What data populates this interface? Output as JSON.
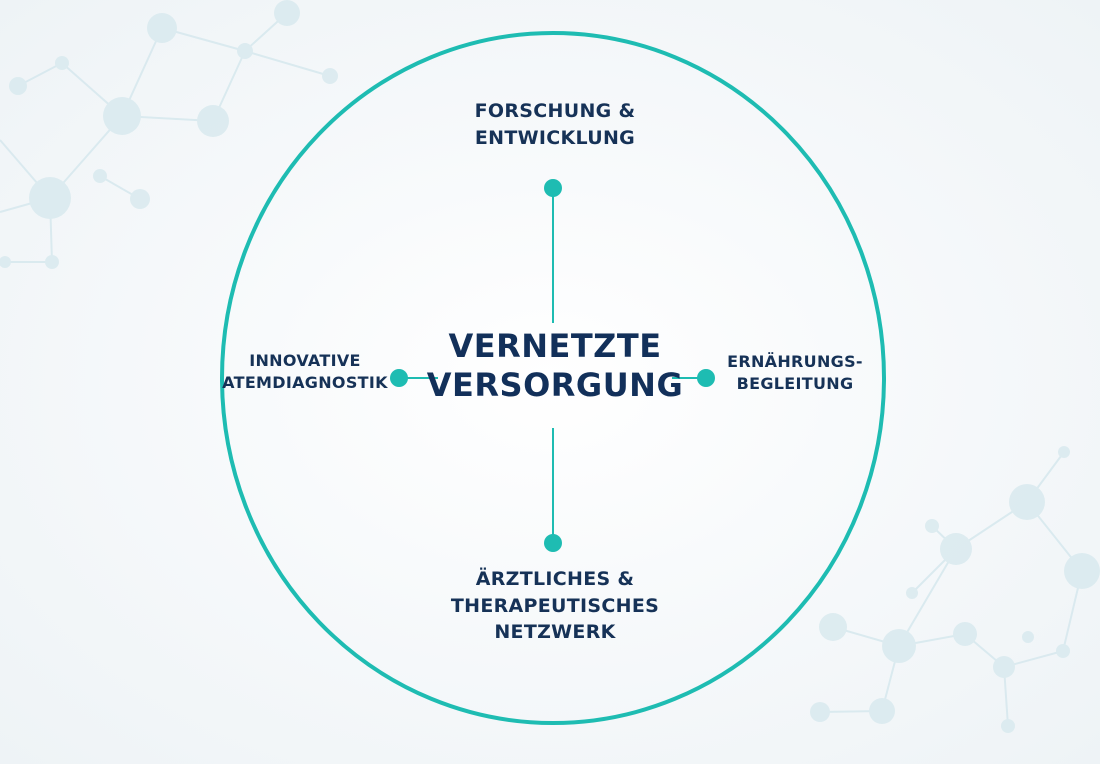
{
  "diagram": {
    "center": "VERNETZTE\nVERSORGUNG",
    "top": "FORSCHUNG &\nENTWICKLUNG",
    "bottom": "ÄRZTLICHES &\nTHERAPEUTISCHES\nNETZWERK",
    "left": "INNOVATIVE\nATEMDIAGNOSTIK",
    "right": "ERNÄHRUNGS-\nBEGLEITUNG"
  },
  "colors": {
    "accent": "#1ebcb2",
    "text": "#163257",
    "background": "#f4f7f9",
    "molecule": "#cfe4ea"
  }
}
